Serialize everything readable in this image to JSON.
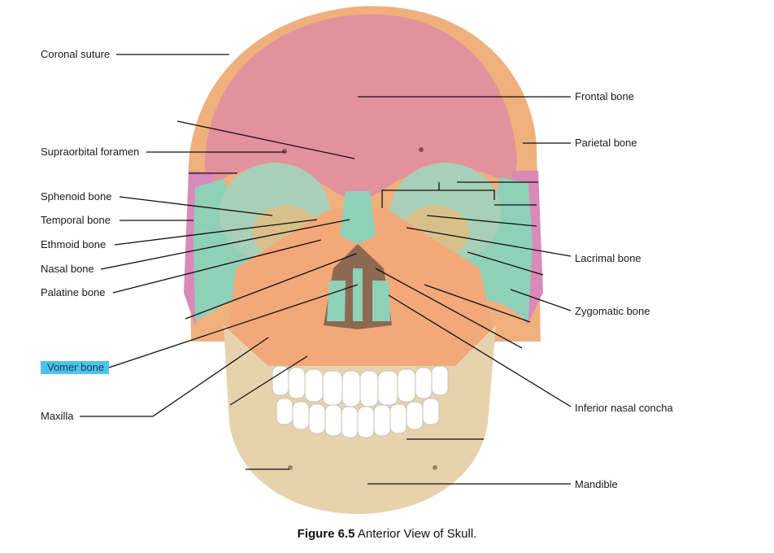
{
  "labels_left": {
    "coronal_suture": "Coronal suture",
    "supraorbital_foramen": "Supraorbital foramen",
    "sphenoid_bone": "Sphenoid bone",
    "temporal_bone": "Temporal bone",
    "ethmoid_bone": "Ethmoid bone",
    "nasal_bone": "Nasal bone",
    "palatine_bone": "Palatine bone",
    "vomer_bone": "Vomer bone",
    "maxilla": "Maxilla"
  },
  "labels_right": {
    "frontal_bone": "Frontal bone",
    "parietal_bone": "Parietal bone",
    "lacrimal_bone": "Lacrimal bone",
    "zygomatic_bone": "Zygomatic bone",
    "inferior_nasal_concha": "Inferior nasal concha",
    "mandible": "Mandible"
  },
  "caption": {
    "figure_number": "Figure 6.5",
    "title": "Anterior View of Skull."
  },
  "colors": {
    "frontal": "#e0909a",
    "parietal": "#f0b07e",
    "maxilla": "#f2a878",
    "sphenoid": "#8fd0b8",
    "temporal": "#d98ab8",
    "ethmoid": "#d8c08a",
    "mandible": "#e6d3ad",
    "teeth": "#ffffff",
    "highlight": "#4cc3ec"
  }
}
